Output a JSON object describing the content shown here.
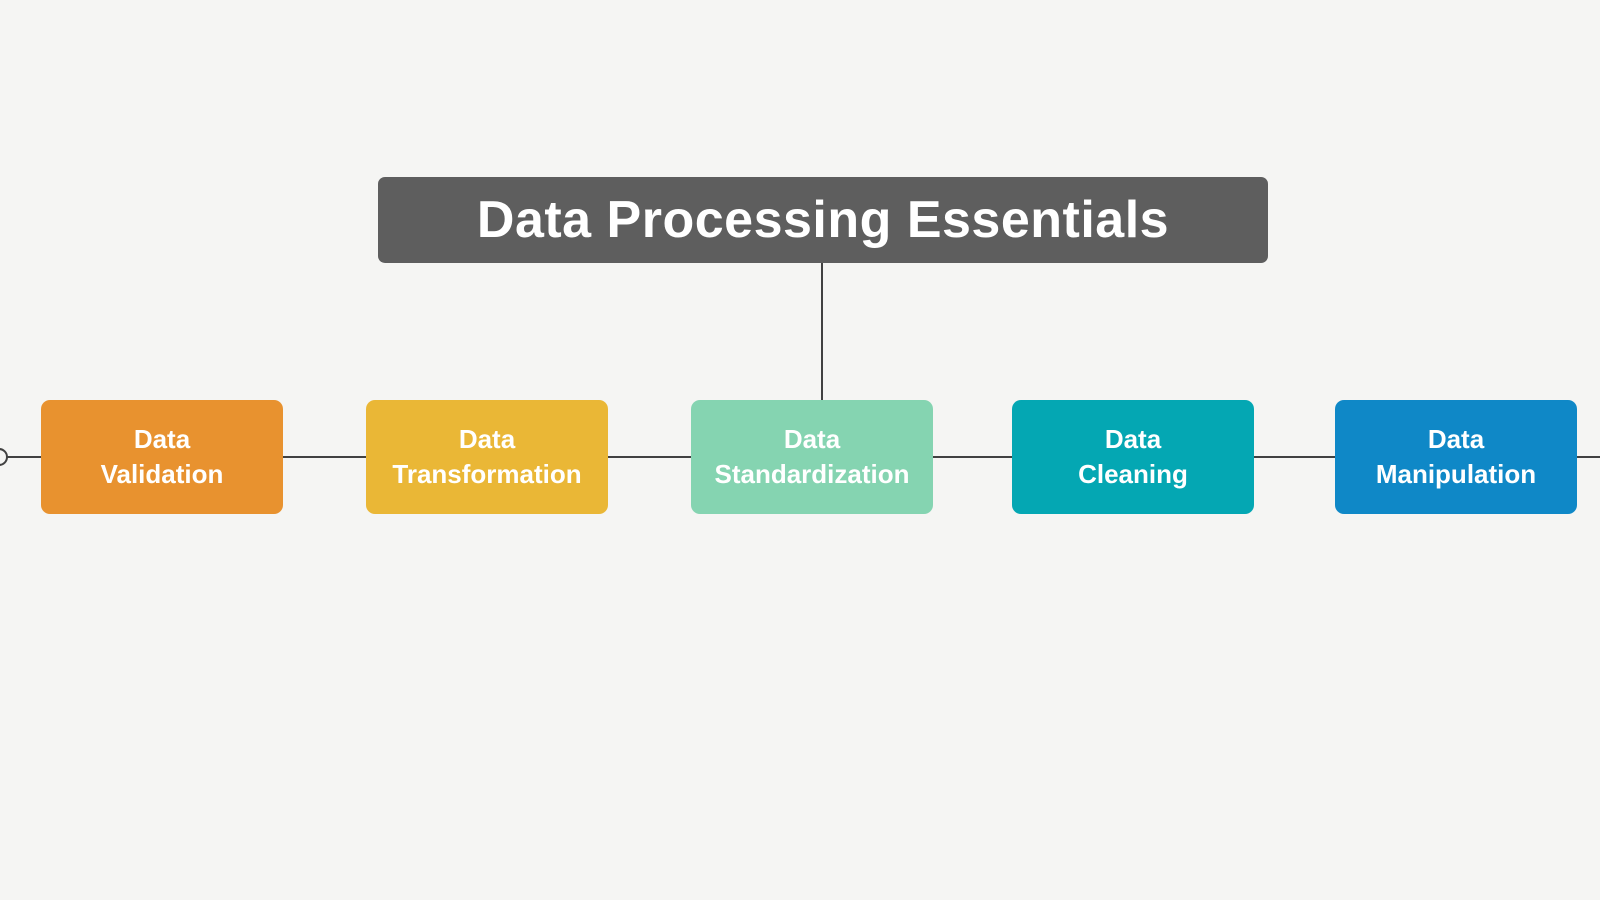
{
  "background": "#f5f5f3",
  "connector_color": "#414141",
  "root": {
    "label": "Data Processing Essentials",
    "bg": "#5e5e5e",
    "text_color": "#ffffff"
  },
  "nodes": [
    {
      "label": "Data\nValidation",
      "bg": "#e8922f",
      "text_color": "#ffffff"
    },
    {
      "label": "Data\nTransformation",
      "bg": "#eab736",
      "text_color": "#ffffff"
    },
    {
      "label": "Data\nStandardization",
      "bg": "#85d4b1",
      "text_color": "#ffffff"
    },
    {
      "label": "Data\nCleaning",
      "bg": "#04a7b3",
      "text_color": "#ffffff"
    },
    {
      "label": "Data\nManipulation",
      "bg": "#0f88c7",
      "text_color": "#ffffff"
    }
  ]
}
